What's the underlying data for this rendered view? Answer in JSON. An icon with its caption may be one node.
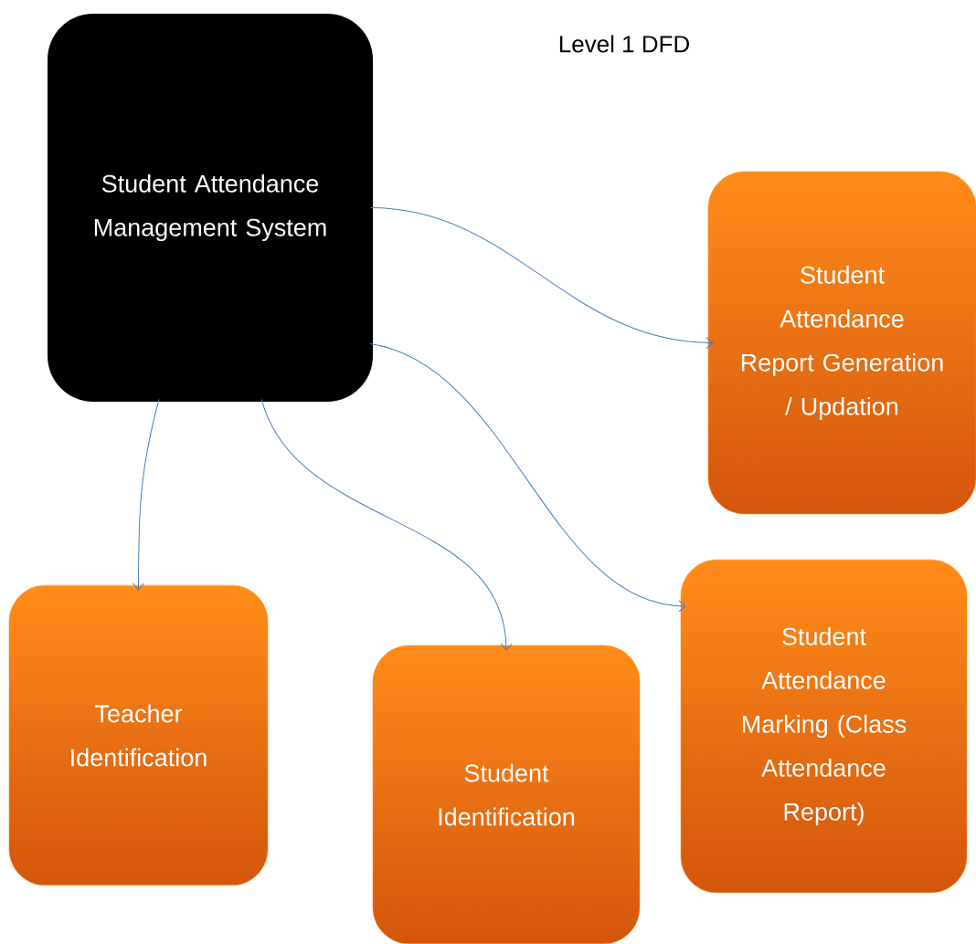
{
  "diagram": {
    "title": "Level 1 DFD",
    "nodes": [
      {
        "text": [
          "Student Attendance Management System"
        ]
      },
      {
        "text": [
          "Student Attendance Report Generation / Updation"
        ]
      },
      {
        "text": [
          "Teacher Identification"
        ]
      },
      {
        "text": [
          "Student Identification"
        ]
      },
      {
        "text": [
          "Student Attendance Marking (Class Attendance Report)"
        ]
      }
    ],
    "edges": [
      {
        "from": 0,
        "to": 1,
        "arrow": "to"
      },
      {
        "from": 0,
        "to": 2,
        "arrow": "to"
      },
      {
        "from": 0,
        "to": 3,
        "arrow": "to"
      },
      {
        "from": 0,
        "to": 4,
        "arrow": "to"
      }
    ]
  }
}
